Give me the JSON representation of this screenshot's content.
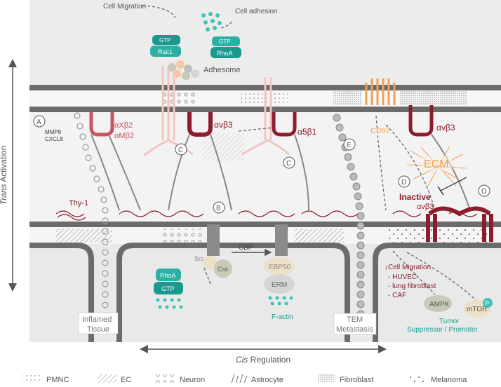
{
  "axes": {
    "vertical_italic": "Trans",
    "vertical_rest": " Activation",
    "horizontal_italic": "Cis",
    "horizontal_rest": " Regulation"
  },
  "top": {
    "cell_migration": "Cell Migration",
    "cell_adhesion": "Cell adhesion",
    "gtp": "GTP",
    "rac1": "Rac1",
    "rhoa": "RhoA",
    "adhesome": "Adhesome"
  },
  "receptors": {
    "ax_b2": "αXβ2",
    "am_b2": "αMβ2",
    "av_b3": "αvβ3",
    "a5_b1": "α5β1",
    "cd97": "CD97",
    "av_b3_right": "αvβ3",
    "ecm": "ECM",
    "inactive": "Inactive",
    "inactive_av_b3": "αvβ3",
    "thy1": "Thy-1",
    "mmp9": "MMP9",
    "cxcl8": "CXCL8"
  },
  "markers": {
    "a": "A",
    "b": "B",
    "c1": "C",
    "c2": "C",
    "d1": "D",
    "d2": "D",
    "e": "E"
  },
  "lower": {
    "src": "Src",
    "csk": "Csk",
    "cbp": "CBP",
    "ebp50": "EBP50",
    "erm": "ERM",
    "factin": "F-actin",
    "rhoa": "RhoA",
    "gtp": "GTP",
    "inflamed_1": "Inflamed",
    "inflamed_2": "Tissue",
    "tem_1": "TEM",
    "tem_2": "Metastasis"
  },
  "right_panel": {
    "cell_migration": "↓Cell Migration",
    "items": [
      "- HUVEC",
      "- lung fibroblast",
      "- CAF"
    ],
    "ampk": "AMPK",
    "mtor": "mTOR",
    "p": "P",
    "tumor_1": "Tumor",
    "tumor_2": "Suppressor / Promoter"
  },
  "legend": [
    "PMNC",
    "EC",
    "Neuron",
    "Astrocyte",
    "Fibroblast",
    "Melanoma"
  ],
  "colors": {
    "red": "#8b1d2c",
    "teal": "#1a9a8f",
    "orange": "#f0a050",
    "pink": "#f4c4c0",
    "membrane": "#6b6b6b"
  }
}
